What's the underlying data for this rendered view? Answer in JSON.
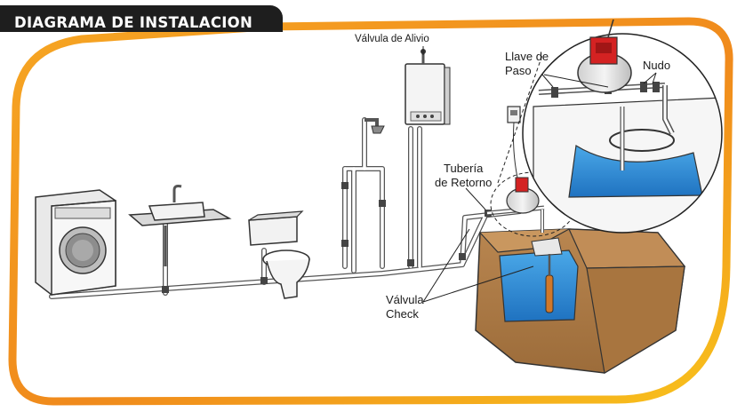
{
  "title": "DIAGRAMA DE INSTALACION",
  "labels": {
    "relief_valve": "Válvula de Alivio",
    "shutoff_valve": [
      "Llave de",
      "Paso"
    ],
    "union": "Nudo",
    "return_pipe": [
      "Tubería",
      "de Retorno"
    ],
    "check_valve": [
      "Válvula",
      "Check"
    ]
  },
  "colors": {
    "frame_orange": "#f08a1c",
    "frame_yellow": "#f8c21c",
    "title_bg": "#1e1e1e",
    "water_blue": "#2f8fd6",
    "soil_brown": "#b07d4a",
    "pump_red": "#d42222"
  }
}
